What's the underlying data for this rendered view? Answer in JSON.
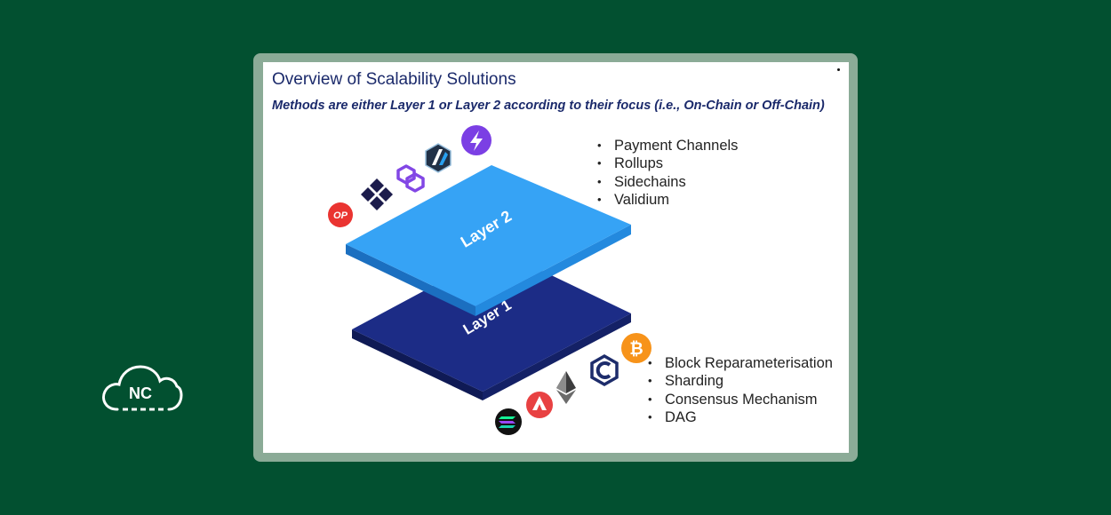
{
  "slide": {
    "title": "Overview of Scalability Solutions",
    "subtitle": "Methods are either Layer 1 or Layer 2 according to their focus (i.e., On-Chain or Off-Chain)"
  },
  "layers": {
    "layer2": {
      "label": "Layer 2",
      "color": "#2d9cf0",
      "methods": [
        "Payment Channels",
        "Rollups",
        "Sidechains",
        "Validium"
      ],
      "icons": [
        {
          "name": "optimism-icon",
          "text": "OP",
          "color": "#ea3431"
        },
        {
          "name": "starkware-icon",
          "color": "#1c1c4c"
        },
        {
          "name": "polygon-icon",
          "color": "#8247e5"
        },
        {
          "name": "arbitrum-icon",
          "color": "#213147"
        },
        {
          "name": "lightning-icon",
          "color": "#7b3fe4"
        }
      ]
    },
    "layer1": {
      "label": "Layer 1",
      "color": "#1a2a7a",
      "methods": [
        "Block Reparameterisation",
        "Sharding",
        "Consensus Mechanism",
        "DAG"
      ],
      "icons": [
        {
          "name": "solana-icon",
          "color": "#111111"
        },
        {
          "name": "avalanche-icon",
          "color": "#e84142"
        },
        {
          "name": "ethereum-icon",
          "color": "#3c3c3d"
        },
        {
          "name": "cardano-icon",
          "color": "#1d2c6b"
        },
        {
          "name": "bitcoin-icon",
          "text": "₿",
          "color": "#f7931a"
        }
      ]
    }
  },
  "brand": {
    "logo_text": "NC"
  }
}
